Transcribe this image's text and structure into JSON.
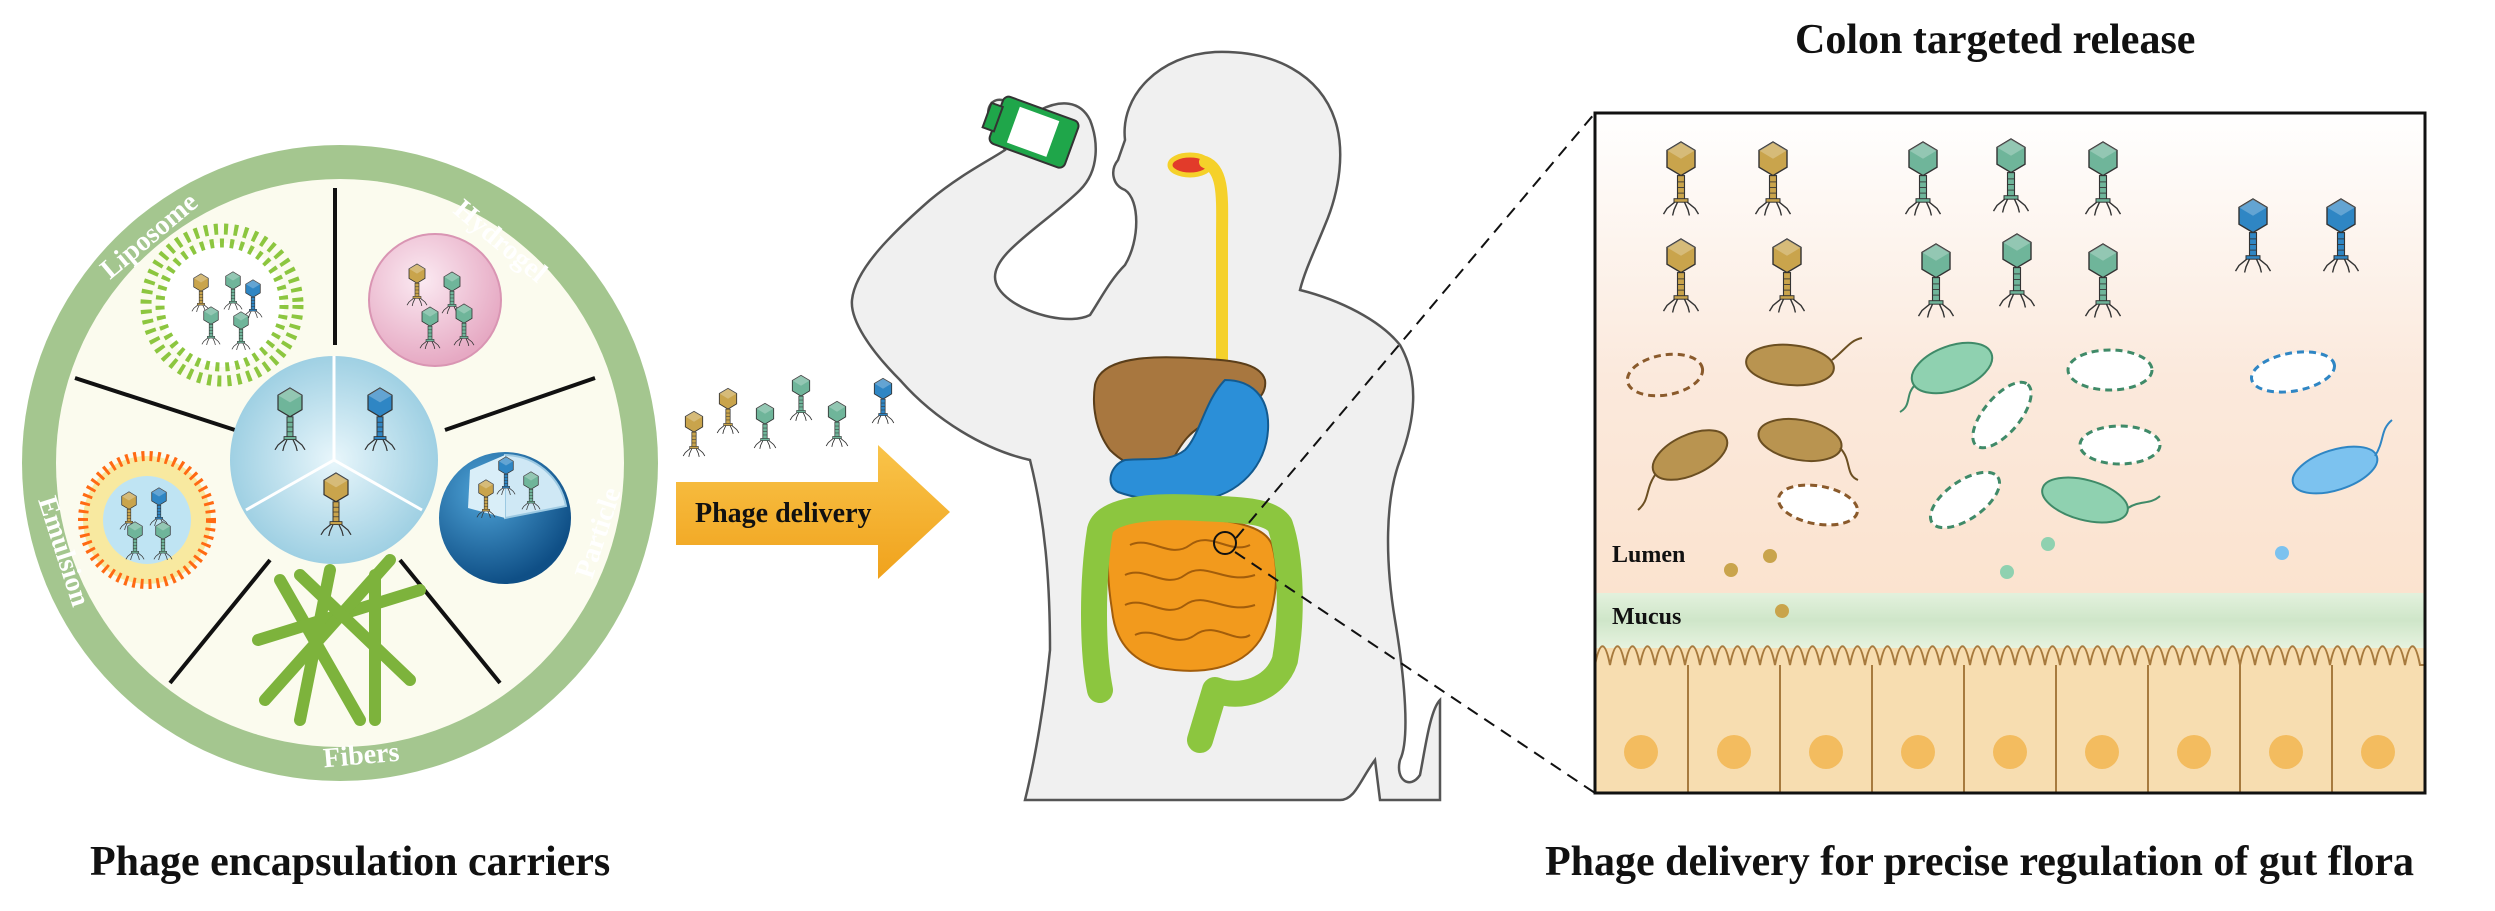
{
  "titles": {
    "left": "Phage encapsulation carriers",
    "top": "Colon targeted release",
    "right": "Phage delivery for precise regulation of gut flora"
  },
  "carriers": {
    "liposome": "Liposome",
    "hydrogel": "Hydrogel",
    "particle": "Particle",
    "fibers": "Fibers",
    "emulsion": "Emulsion"
  },
  "arrow_label": "Phage delivery",
  "panel": {
    "lumen": "Lumen",
    "mucus": "Mucus"
  },
  "colors": {
    "ring": "#a4c68f",
    "arrow": "#f5b12c",
    "phage_gold": "#c9a44c",
    "phage_green": "#6fb59a",
    "phage_blue": "#2f86c4",
    "liver": "#a8773f",
    "stomach": "#2b8fd8",
    "small_intestine": "#f29a1d",
    "colon": "#8cc63f",
    "esophagus": "#f5d12a",
    "mucus": "#cfe6c9",
    "epithelium": "#f7ddb0"
  }
}
